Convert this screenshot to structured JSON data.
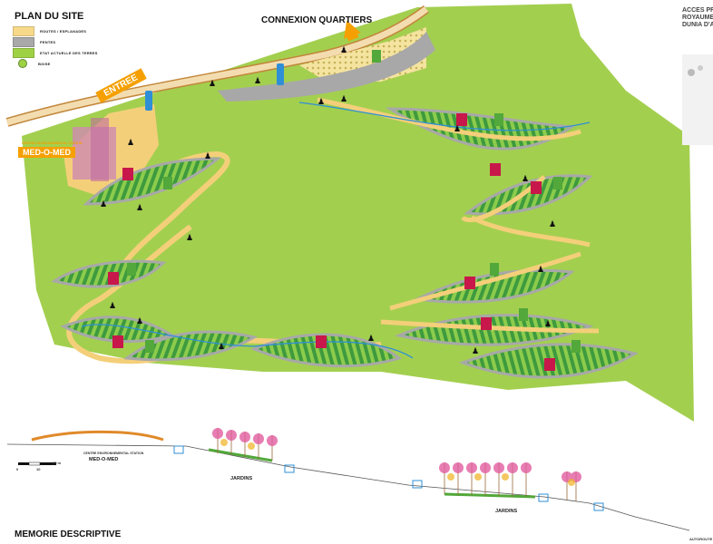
{
  "title": "PLAN DU SITE",
  "legend": [
    {
      "label": "ROUTES / ESPLANADES",
      "color": "#f7d98a"
    },
    {
      "label": "PENTES",
      "color": "#a9a9a9"
    },
    {
      "label": "ETAT ACTUELLE DES TERRES",
      "color": "#9fd145"
    },
    {
      "label": "BOISE",
      "color": "#9fd145"
    }
  ],
  "labels": {
    "connexion": "CONNEXION QUARTIERS",
    "entree": "ENTREE",
    "med_small": "CENTRE ENVIRONNEMENTAL STATION",
    "med": "MED-O-MED",
    "acces_line1": "ACCES PRI",
    "acces_line2": "ROYAUME",
    "acces_line3": "DUNIA D'A",
    "memoire": "MEMORIE DESCRIPTIVE"
  },
  "section": {
    "med_small": "CENTRE ENVIRONNEMENTAL STATION",
    "med": "MED-O-MED",
    "jardins_1": "JARDINS",
    "jardins_2": "JARDINS",
    "autoroute": "AUTOROUTE",
    "scale_0": "0",
    "scale_10": "10",
    "scale_25": "25 m"
  },
  "colors": {
    "grass": "#a3cf4f",
    "path": "#f4cf7a",
    "slope": "#a8a8a8",
    "field_dark": "#3e9a3e",
    "field_light": "#8ccc4c",
    "orange": "#f5a000",
    "crimson": "#c8174a",
    "water": "#2f8fd6"
  }
}
